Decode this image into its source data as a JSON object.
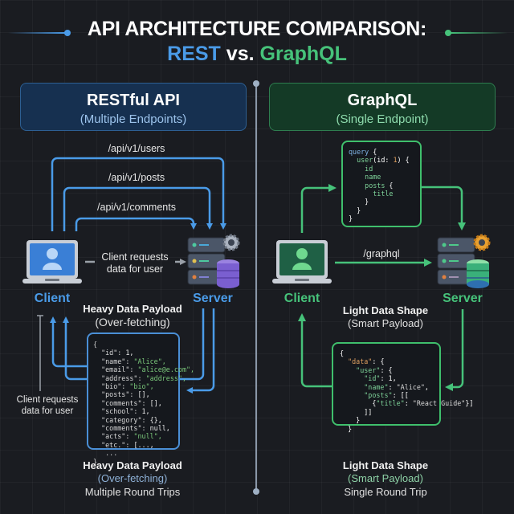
{
  "header": {
    "title_line1": "API ARCHITECTURE COMPARISON:",
    "title_rest": "REST",
    "title_vs": " vs. ",
    "title_graphql": "GraphQL"
  },
  "colors": {
    "rest_accent": "#4a9be8",
    "graphql_accent": "#46c27a",
    "background": "#1a1c21"
  },
  "rest": {
    "panel_title": "RESTful API",
    "panel_subtitle": "(Multiple Endpoints)",
    "endpoints": [
      "/api/v1/users",
      "/api/v1/posts",
      "/api/v1/comments"
    ],
    "client_label": "Client",
    "server_label": "Server",
    "request_label_line1": "Client requests",
    "request_label_line2": "data for user",
    "side_label_line1": "Client requests",
    "side_label_line2": "data for user",
    "payload_title": "Heavy Data Payload",
    "payload_subtitle": "(Over-fetching)",
    "payload_json": [
      {
        "key": "\"id\"",
        "val": "1,",
        "type": "n"
      },
      {
        "key": "\"name\"",
        "val": "\"Alice\",",
        "type": "s"
      },
      {
        "key": "\"email\"",
        "val": "\"alice@e.com\",",
        "type": "s"
      },
      {
        "key": "\"address\"",
        "val": "\"address\",",
        "type": "s"
      },
      {
        "key": "\"bio\"",
        "val": "\"bio\",",
        "type": "s"
      },
      {
        "key": "\"posts\"",
        "val": "[],",
        "type": "n"
      },
      {
        "key": "\"comments\"",
        "val": "[],",
        "type": "n"
      },
      {
        "key": "\"school\"",
        "val": "1,",
        "type": "n"
      },
      {
        "key": "\"category\"",
        "val": "{},",
        "type": "n"
      },
      {
        "key": "\"comments\"",
        "val": "null,",
        "type": "n"
      },
      {
        "key": "\"acts\"",
        "val": "\"null\",",
        "type": "s"
      },
      {
        "key": "\"etc.\"",
        "val": "[...,",
        "type": "n"
      }
    ],
    "bottom_title": "Heavy Data Payload",
    "bottom_subtitle": "(Over-fetching)",
    "bottom_note": "Multiple Round Trips"
  },
  "graphql": {
    "panel_title": "GraphQL",
    "panel_subtitle": "(Single Endpoint)",
    "endpoint": "/graphql",
    "client_label": "Client",
    "server_label": "Server",
    "query_lines": [
      "query {",
      "  user(id: 1) {",
      "    id",
      "    name",
      "    posts {",
      "      title",
      "    }",
      "  }",
      "}"
    ],
    "payload_title": "Light Data Shape",
    "payload_subtitle": "(Smart Payload)",
    "response_lines": [
      "{",
      "  \"data\": {",
      "    \"user\": {",
      "      \"id\": 1,",
      "      \"name\": \"Alice\",",
      "      \"posts\": [[",
      "        {\"title\": \"React Guide\"}]",
      "      ]]",
      "    }",
      "  }"
    ],
    "bottom_title": "Light Data Shape",
    "bottom_subtitle": "(Smart Payload)",
    "bottom_note": "Single Round Trip"
  }
}
